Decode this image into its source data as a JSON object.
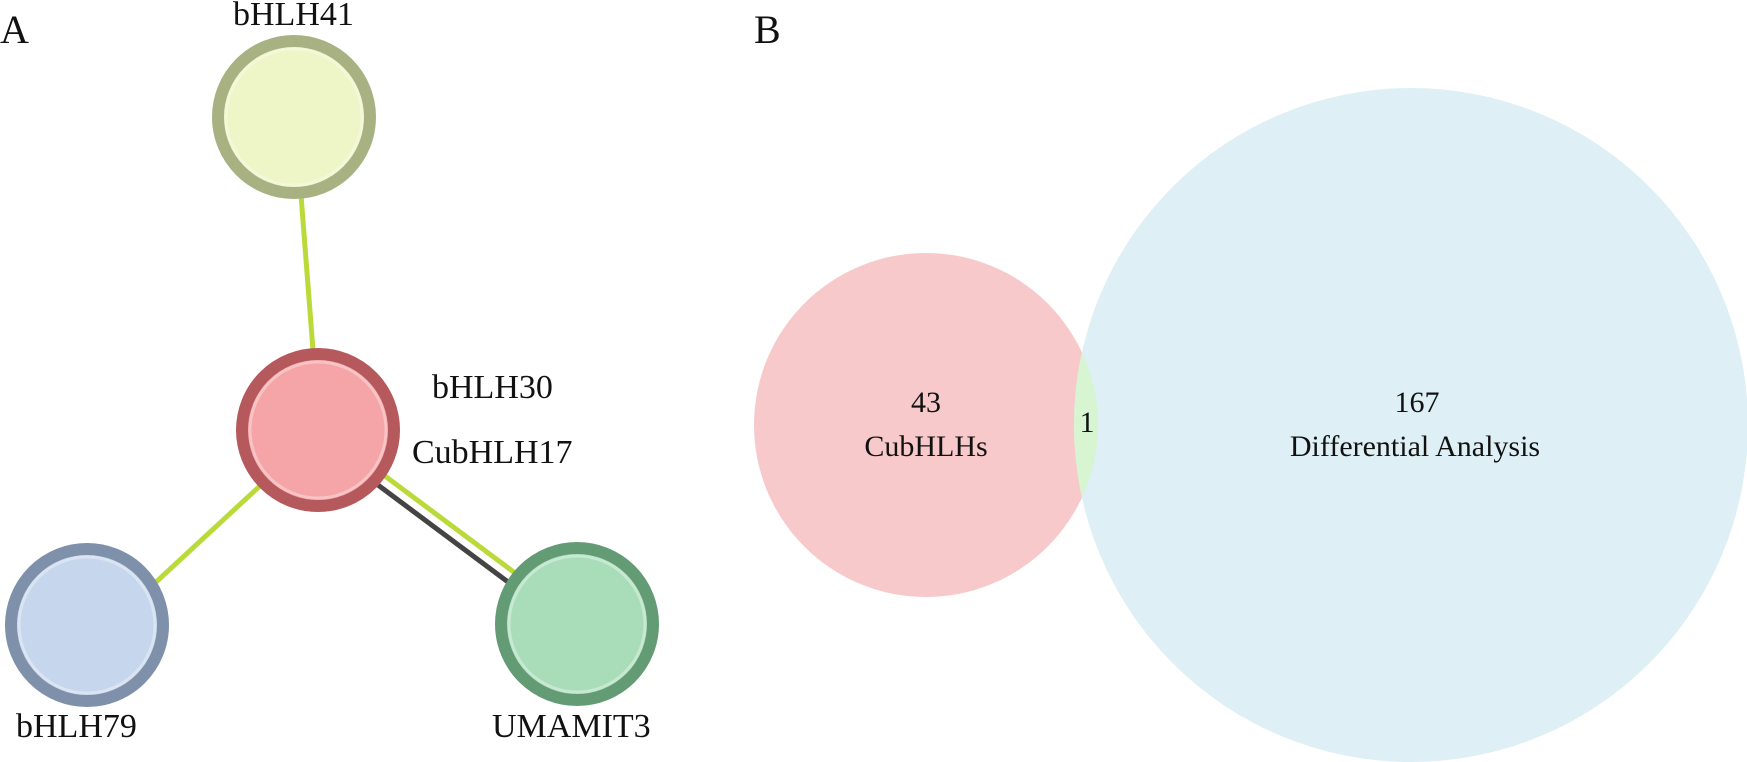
{
  "panels": {
    "a_label": "A",
    "b_label": "B"
  },
  "network": {
    "nodes": {
      "bhlh41": {
        "label": "bHLH41",
        "fill": "#eef5c6",
        "stroke": "#a8b182"
      },
      "center": {
        "label_line1": "bHLH30",
        "label_line2": "CubHLH17",
        "fill": "#f5a4a7",
        "stroke": "#b6595c"
      },
      "bhlh79": {
        "label": "bHLH79",
        "fill": "#c6d6ec",
        "stroke": "#7e90aa"
      },
      "umamit3": {
        "label": "UMAMIT3",
        "fill": "#a9ddb9",
        "stroke": "#639b75"
      }
    },
    "edge_colors": {
      "textmining": "#bada3a",
      "coexpression": "#444444"
    }
  },
  "venn": {
    "left": {
      "count": "43",
      "name": "CubHLHs",
      "color": "#f4b4b6"
    },
    "right": {
      "count": "167",
      "name": "Differential Analysis",
      "color": "#d6ebf3"
    },
    "overlap": {
      "count": "1",
      "color": "#d8f5d2"
    }
  }
}
